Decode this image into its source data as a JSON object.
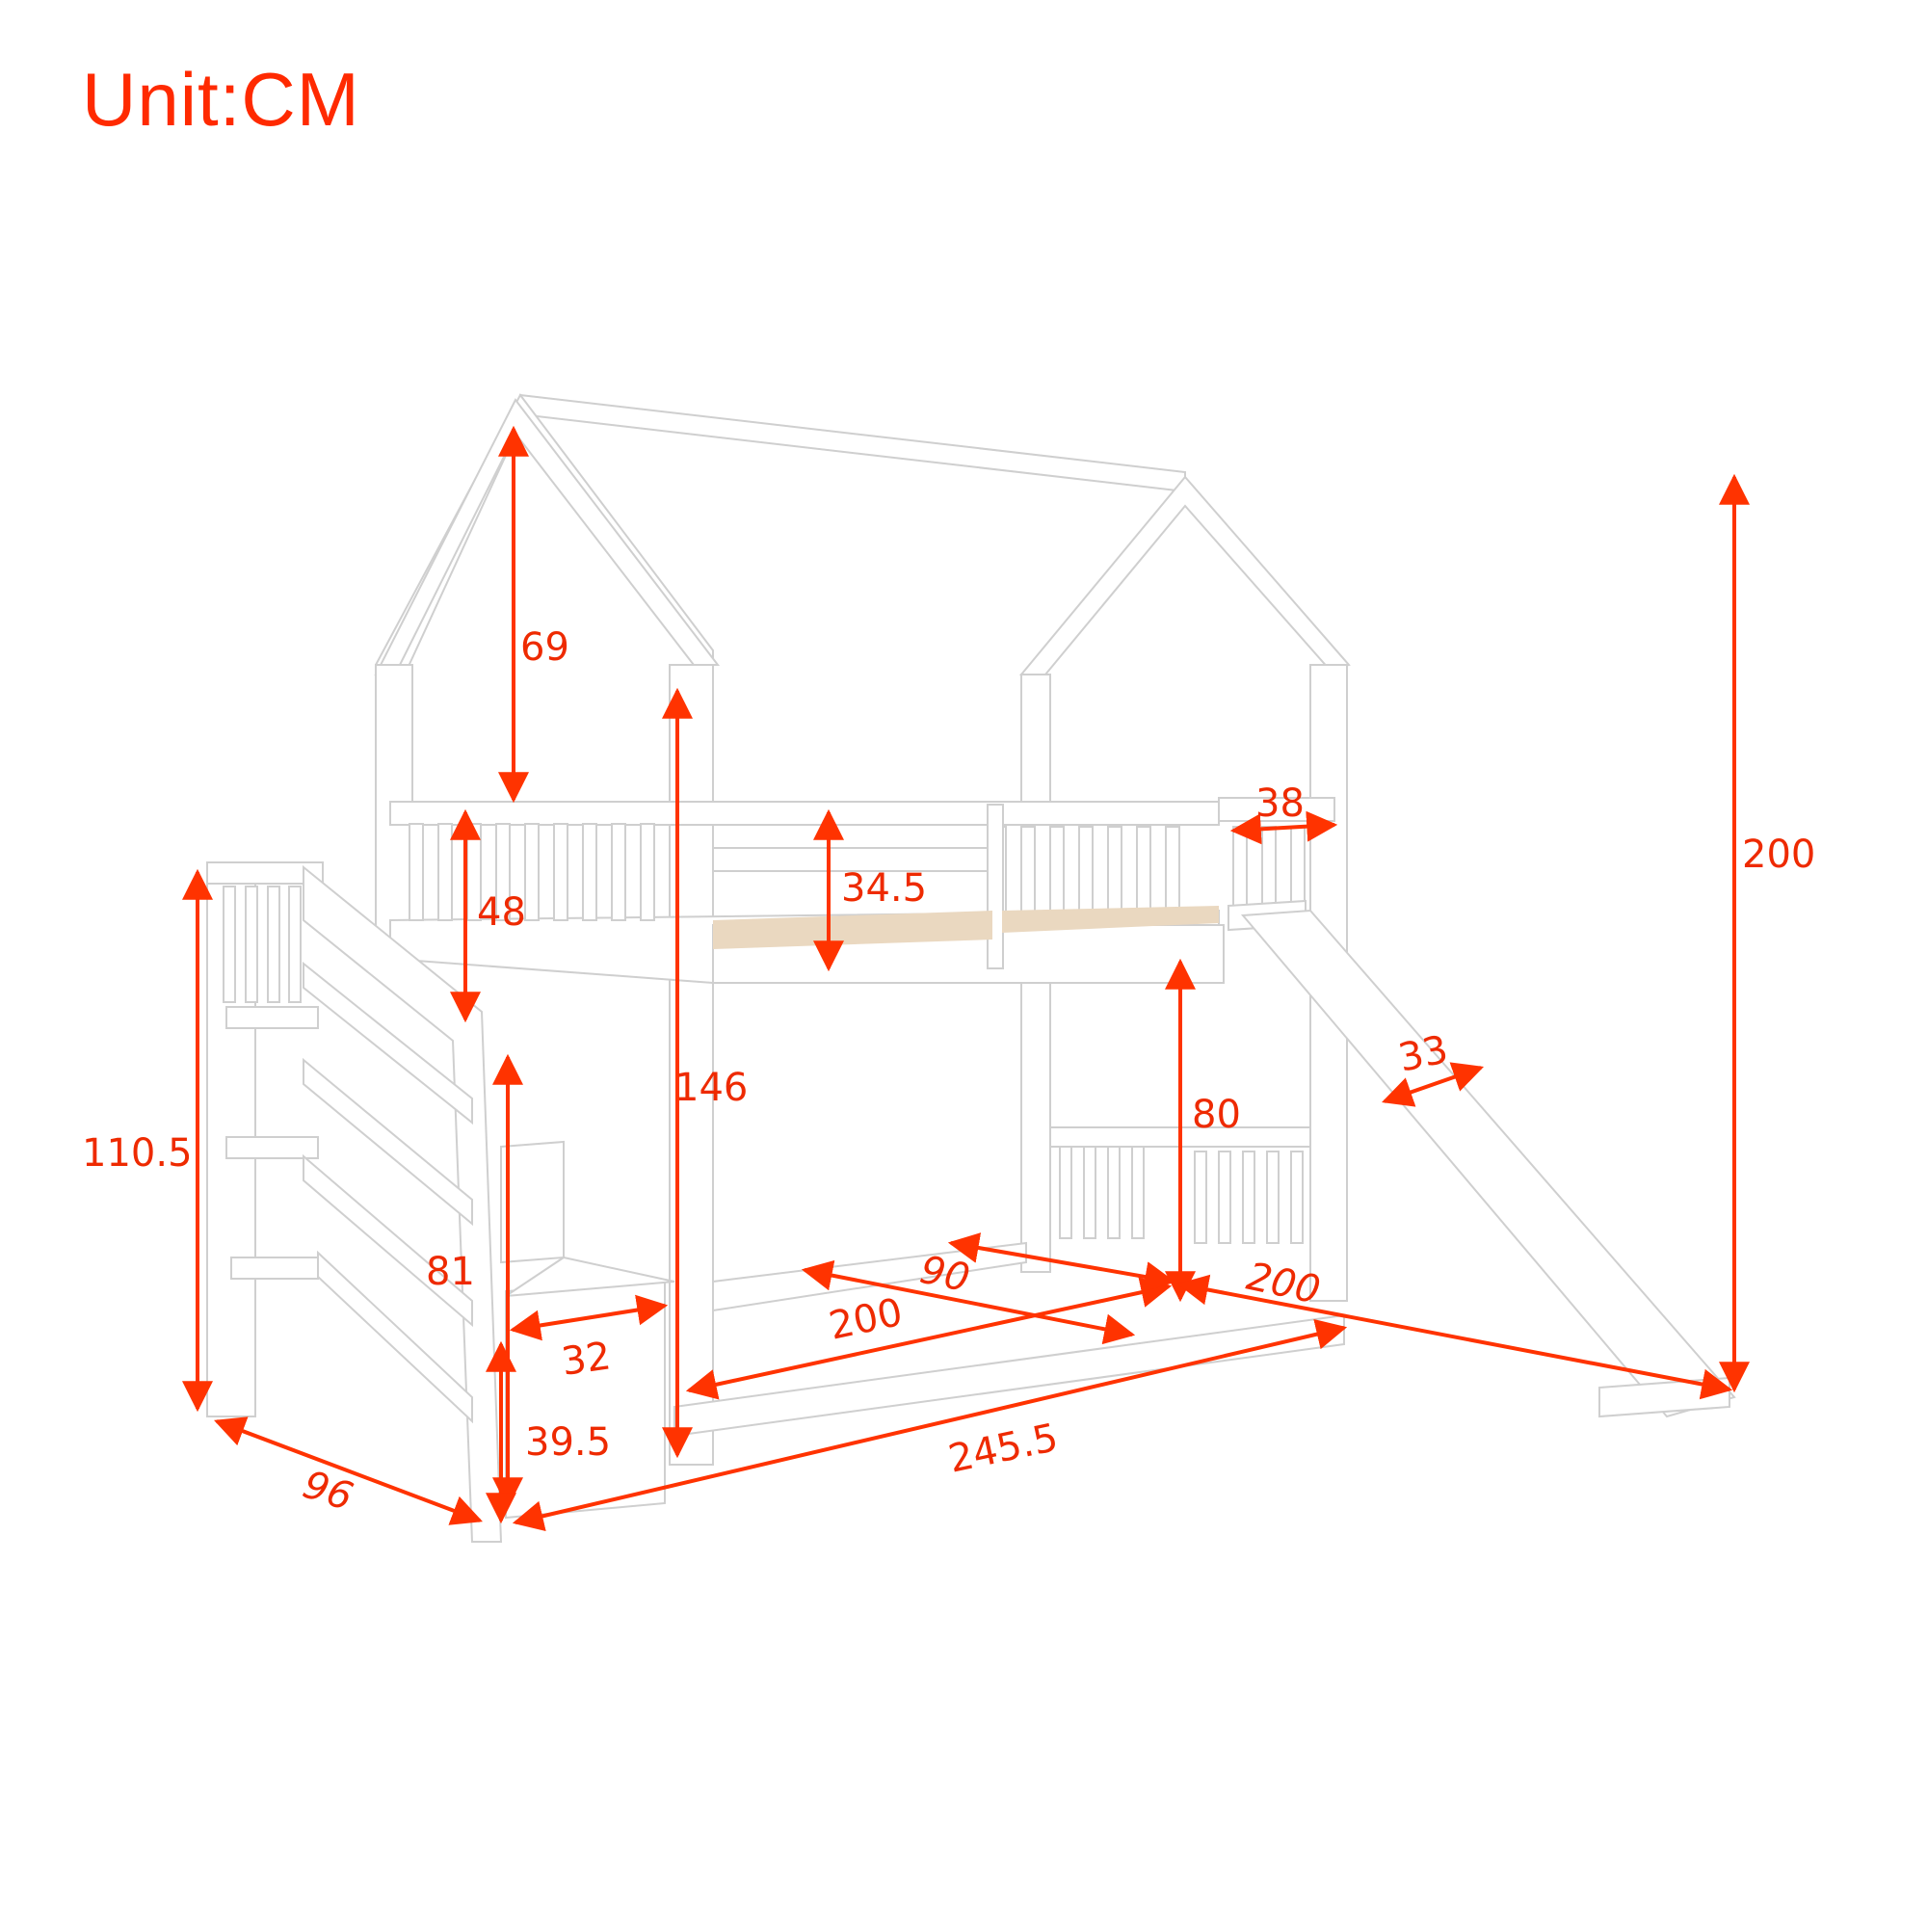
{
  "unit_label": "Unit:CM",
  "accent_color": "#ff3300",
  "frame_color": "#e9e9e9",
  "slat_color": "#ead8c0",
  "dimensions": {
    "roof_height": "69",
    "guardrail_height": "48",
    "rail_gap": "34.5",
    "slide_platform_width": "38",
    "overall_height": "200",
    "bunk_post_height": "146",
    "lower_clearance": "80",
    "slide_width": "33",
    "stair_height": "110.5",
    "stair_side_height": "81",
    "step_depth": "32",
    "step_height": "39.5",
    "depth": "96",
    "total_length": "245.5",
    "mattress_length": "200",
    "mattress_width": "90",
    "slide_length": "200"
  }
}
